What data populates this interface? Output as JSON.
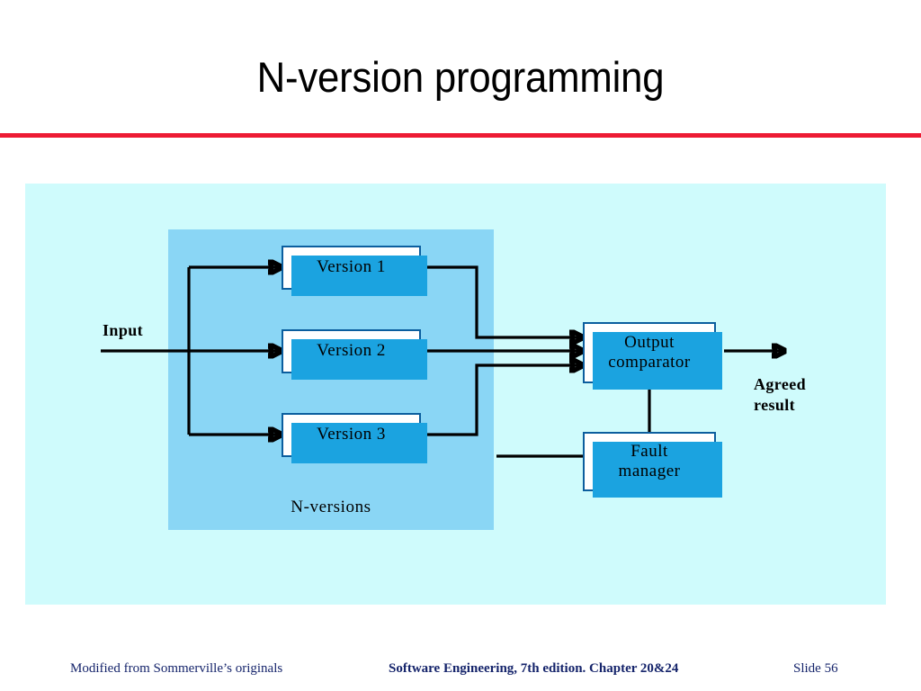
{
  "slide": {
    "title": "N-version programming",
    "accent_rule_color": "#ED1B34"
  },
  "diagram": {
    "canvas_color": "#CFFBFC",
    "panel_color": "#8AD6F5",
    "box_fill": "#FFFFFF",
    "box_border": "#0B5E9E",
    "box_shadow": "#1BA3E0",
    "panel_label": "N-versions",
    "boxes": [
      {
        "id": "version-1",
        "label": "Version 1"
      },
      {
        "id": "version-2",
        "label": "Version 2"
      },
      {
        "id": "version-3",
        "label": "Version 3"
      },
      {
        "id": "output-comparator",
        "label": "Output\ncomparator",
        "line1": "Output",
        "line2": "comparator"
      },
      {
        "id": "fault-manager",
        "label": "Fault\nmanager",
        "line1": "Fault",
        "line2": "manager"
      }
    ],
    "labels": {
      "input": "Input",
      "agreed_result_line1": "Agreed",
      "agreed_result_line2": "result"
    }
  },
  "footer": {
    "left": "Modified from Sommerville’s originals",
    "center": "Software Engineering, 7th edition. Chapter 20&24",
    "right": "Slide  56",
    "color": "#15246B"
  }
}
